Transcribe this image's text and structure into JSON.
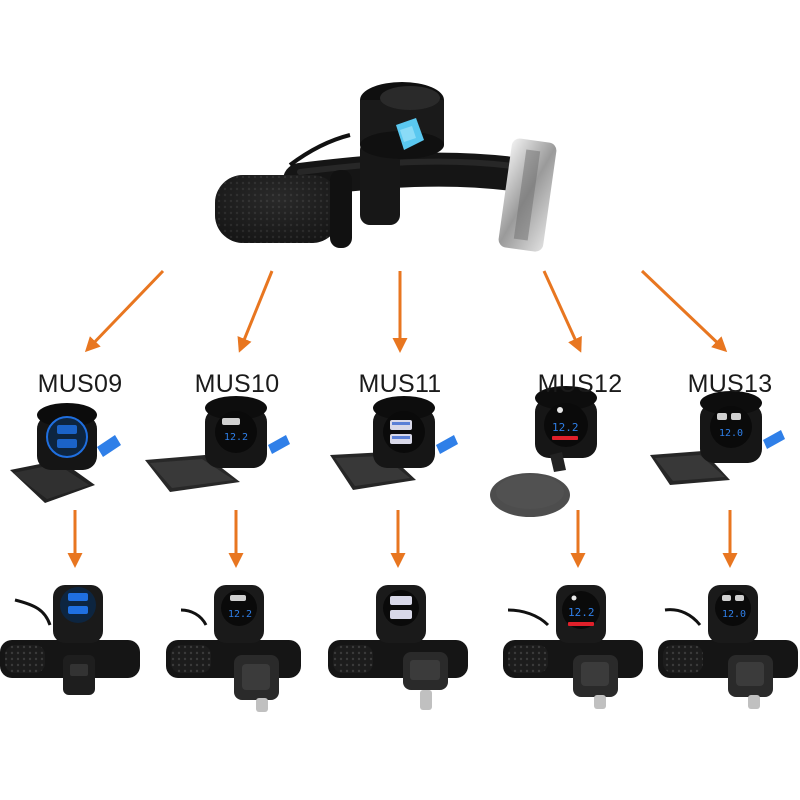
{
  "colors": {
    "arrow": "#e87620",
    "label_text": "#1b1b1b",
    "housing": "#1a1a1a",
    "blue_led": "#1f6fe0",
    "red_strip": "#e0202a"
  },
  "models": [
    {
      "label": "MUS09",
      "variant": "dual-usb-blue-light",
      "readout": ""
    },
    {
      "label": "MUS10",
      "variant": "usb-plus-voltmeter",
      "readout": "12.2"
    },
    {
      "label": "MUS11",
      "variant": "dual-usb-white",
      "readout": ""
    },
    {
      "label": "MUS12",
      "variant": "qc-voltmeter-red",
      "readout": "12.2"
    },
    {
      "label": "MUS13",
      "variant": "dual-usb-voltmeter",
      "readout": "12.0"
    }
  ]
}
